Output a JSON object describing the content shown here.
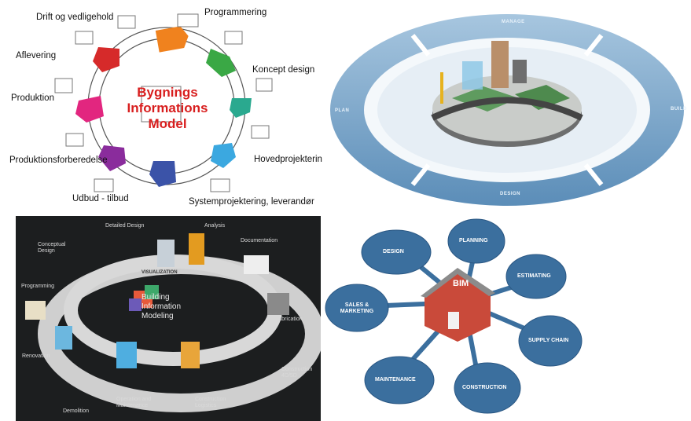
{
  "panel1": {
    "center_lines": [
      "Bygnings",
      "Informations",
      "Model"
    ],
    "phases": [
      "Programmering",
      "Koncept design",
      "Hovedprojektering",
      "Systemprojektering, leverandør",
      "Udbud - tilbud",
      "Produktionsforberedelse",
      "Produktion",
      "Aflevering",
      "Drift og vedligehold"
    ]
  },
  "panel2": {
    "ring_labels": {
      "top": "MANAGE",
      "right": "BUILD",
      "bottom": "DESIGN",
      "left": "PLAN"
    }
  },
  "panel3": {
    "center_lines": [
      "Building",
      "Information",
      "Modeling"
    ],
    "band_label": "VISUALIZATION",
    "stages": {
      "conceptual_design": "Conceptual Design",
      "detailed_design": "Detailed Design",
      "analysis": "Analysis",
      "documentation": "Documentation",
      "programming": "Programming",
      "fabrication": "Fabrication",
      "renovation": "Renovation",
      "construction_4d5d": "Construction 4D/5D",
      "demolition": "Demolition",
      "operation_maintenance": "Operation and Maintenance",
      "construction_logistics": "Construction Logistics"
    }
  },
  "panel4": {
    "center_label": "BIM",
    "nodes": {
      "design": "DESIGN",
      "planning": "PLANNING",
      "estimating": "ESTIMATING",
      "supply_chain": "SUPPLY CHAIN",
      "construction": "CONSTRUCTION",
      "maintenance": "MAINTENANCE",
      "sales_marketing": "SALES & MARKETING"
    },
    "node_color": "#3b6f9e"
  }
}
